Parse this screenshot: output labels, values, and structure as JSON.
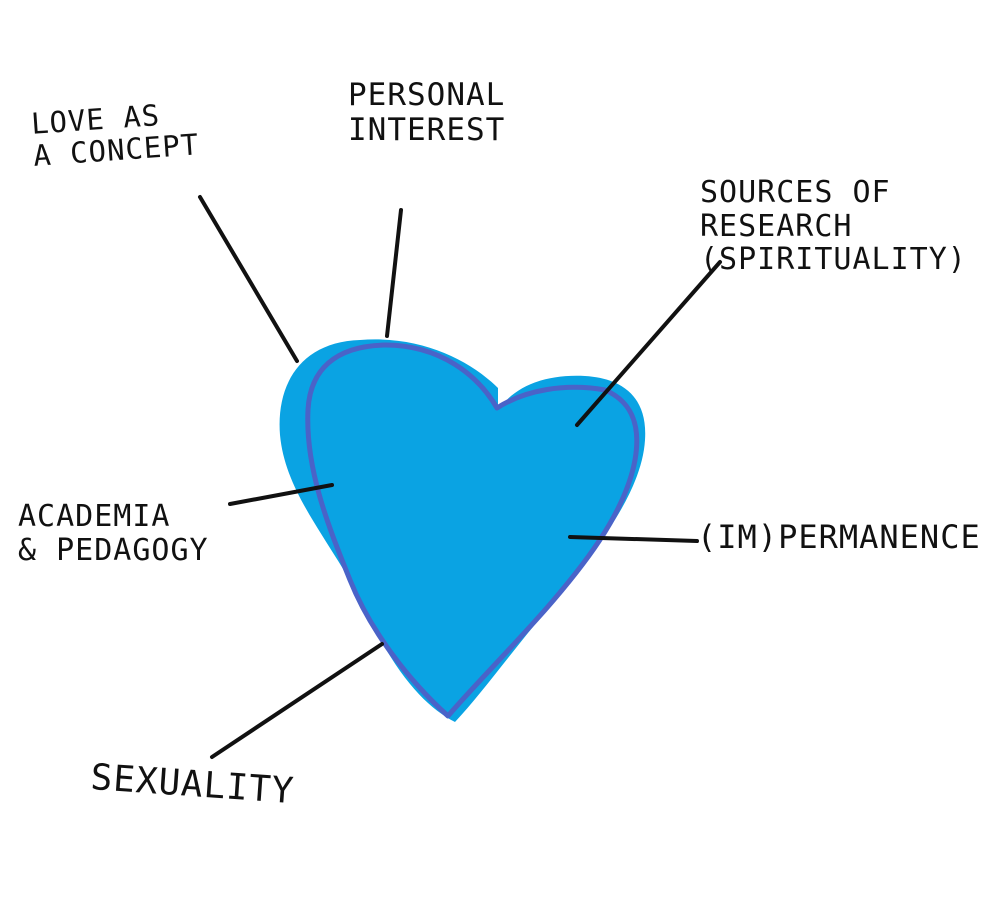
{
  "colors": {
    "heart_fill": "#0aa3e3",
    "heart_outline": "#4a63c8",
    "connector": "#111111",
    "text": "#111111"
  },
  "nodes": [
    {
      "id": "love",
      "lines": [
        "LOVE AS",
        "A CONCEPT"
      ]
    },
    {
      "id": "personal",
      "lines": [
        "PERSONAL",
        "INTEREST"
      ]
    },
    {
      "id": "sources",
      "lines": [
        "SOURCES OF",
        "RESEARCH",
        "(SPIRITUALITY)"
      ]
    },
    {
      "id": "academia",
      "lines": [
        "ACADEMIA",
        "& PEDAGOGY"
      ]
    },
    {
      "id": "impermanence",
      "lines": [
        "(IM)PERMANENCE"
      ]
    },
    {
      "id": "sexuality",
      "lines": [
        "SEXUALITY"
      ]
    }
  ]
}
